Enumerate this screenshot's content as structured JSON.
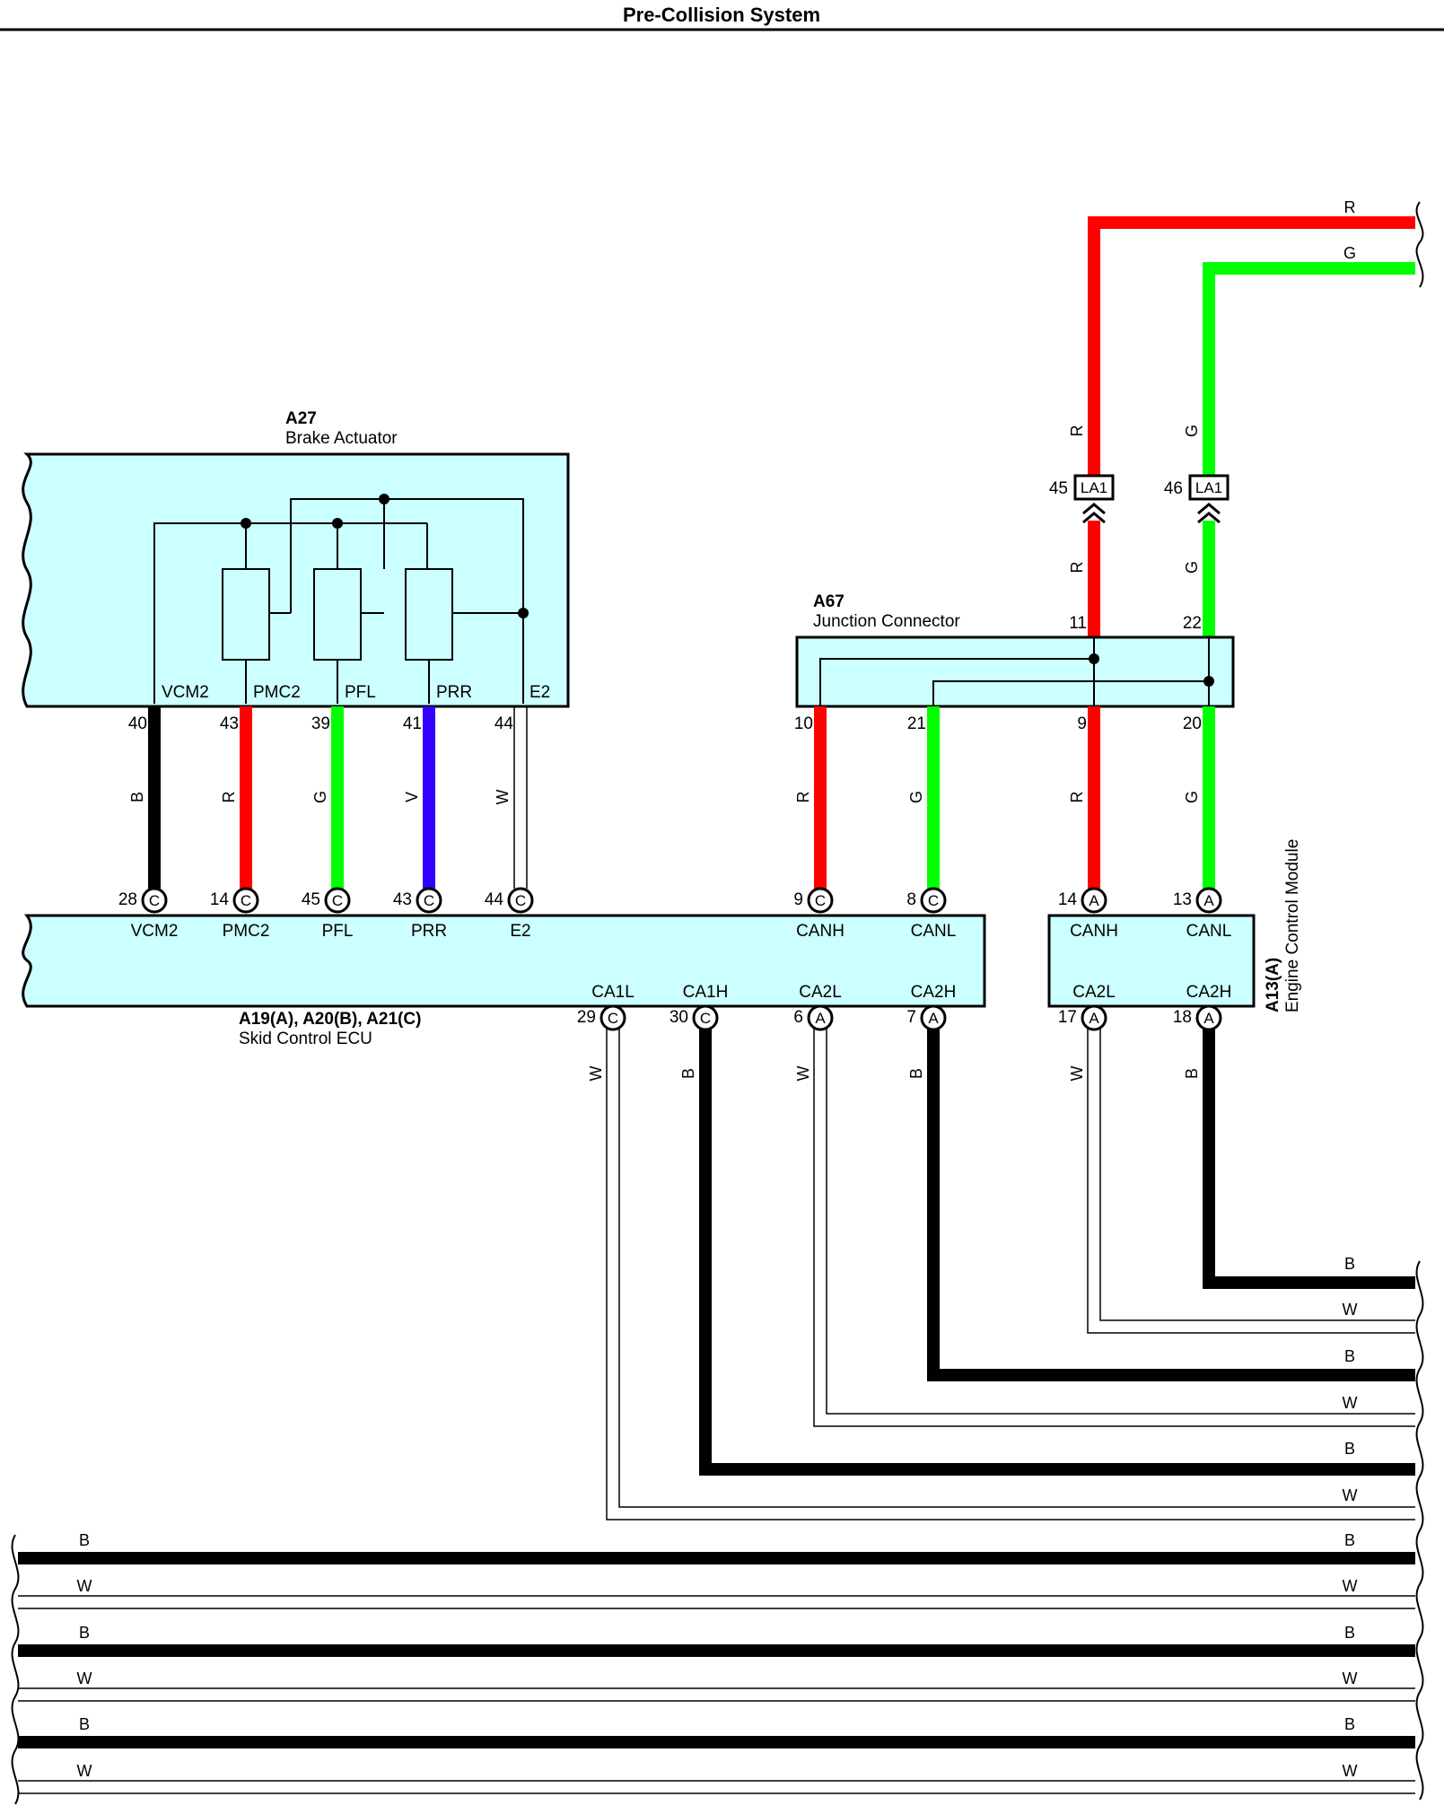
{
  "title": "Pre-Collision System",
  "colors": {
    "R": "#ff0000",
    "G": "#00ff00",
    "B": "#000000",
    "V": "#3300ff",
    "W": "#ffffff",
    "box_fill": "#ccffff"
  },
  "components": {
    "a27": {
      "id": "A27",
      "name": "Brake Actuator",
      "terminals": [
        "VCM2",
        "PMC2",
        "PFL",
        "PRR",
        "E2"
      ],
      "pins": [
        "40",
        "43",
        "39",
        "41",
        "44"
      ]
    },
    "a67": {
      "id": "A67",
      "name": "Junction Connector",
      "top_pins": [
        "11",
        "22"
      ],
      "bottom_pins": [
        "10",
        "21",
        "9",
        "20"
      ]
    },
    "ecu": {
      "id": "A19(A), A20(B), A21(C)",
      "name": "Skid Control ECU",
      "top_terminals": [
        "VCM2",
        "PMC2",
        "PFL",
        "PRR",
        "E2",
        "CANH",
        "CANL"
      ],
      "top_pins": [
        "28",
        "14",
        "45",
        "43",
        "44",
        "9",
        "8"
      ],
      "top_connectors": [
        "C",
        "C",
        "C",
        "C",
        "C",
        "C",
        "C"
      ],
      "bottom_terminals": [
        "CA1L",
        "CA1H",
        "CA2L",
        "CA2H"
      ],
      "bottom_pins": [
        "29",
        "30",
        "6",
        "7"
      ],
      "bottom_connectors": [
        "C",
        "C",
        "A",
        "A"
      ]
    },
    "ecm": {
      "id": "A13(A)",
      "name": "Engine Control Module",
      "top_terminals": [
        "CANH",
        "CANL"
      ],
      "top_pins": [
        "14",
        "13"
      ],
      "top_connectors": [
        "A",
        "A"
      ],
      "bottom_terminals": [
        "CA2L",
        "CA2H"
      ],
      "bottom_pins": [
        "17",
        "18"
      ],
      "bottom_connectors": [
        "A",
        "A"
      ]
    },
    "la1": {
      "label": "LA1",
      "pins": [
        "45",
        "46"
      ]
    }
  },
  "wires": {
    "a27_ecu": [
      "B",
      "R",
      "G",
      "V",
      "W"
    ],
    "a67_ecu": [
      "R",
      "G"
    ],
    "a67_ecm": [
      "R",
      "G"
    ],
    "la1_lower": [
      "R",
      "G"
    ],
    "la1_upper": [
      "R",
      "G"
    ],
    "top_right": [
      "R",
      "G"
    ],
    "ecu_bottom": [
      "W",
      "B",
      "W",
      "B"
    ],
    "ecm_bottom": [
      "W",
      "B"
    ],
    "right_bundle": [
      "B",
      "W",
      "B",
      "W",
      "B",
      "W"
    ],
    "bottom_left": [
      "B",
      "W",
      "B",
      "W",
      "B",
      "W"
    ],
    "bottom_right": [
      "B",
      "W",
      "B",
      "W",
      "B",
      "W"
    ]
  }
}
